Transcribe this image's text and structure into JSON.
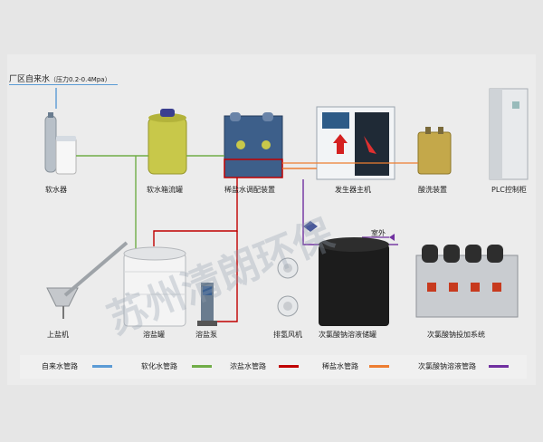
{
  "source": {
    "title": "厂区自来水",
    "pressure": "（压力0.2-0.4Mpa）"
  },
  "equipment": {
    "softener": "软水器",
    "soft_tank": "软水箱流罐",
    "dilute_tank": "稀盐水调配装置",
    "generator": "发生器主机",
    "acid_wash": "酸洗装置",
    "plc": "PLC控制柜",
    "feeder": "上盐机",
    "salt_tank": "溶盐罐",
    "salt_pump": "溶盐泵",
    "fan": "排氢风机",
    "storage": "次氯酸钠溶液储罐",
    "dosing": "次氯酸钠投加系统"
  },
  "outlet": "室外",
  "legend": [
    {
      "label": "自来水管路",
      "color": "#5b9bd5"
    },
    {
      "label": "软化水管路",
      "color": "#70ad47"
    },
    {
      "label": "浓盐水管路",
      "color": "#c00000"
    },
    {
      "label": "稀盐水管路",
      "color": "#ed7d31"
    },
    {
      "label": "次氯酸钠溶液管路",
      "color": "#7030a0"
    }
  ],
  "watermark": "苏州清朗环保"
}
